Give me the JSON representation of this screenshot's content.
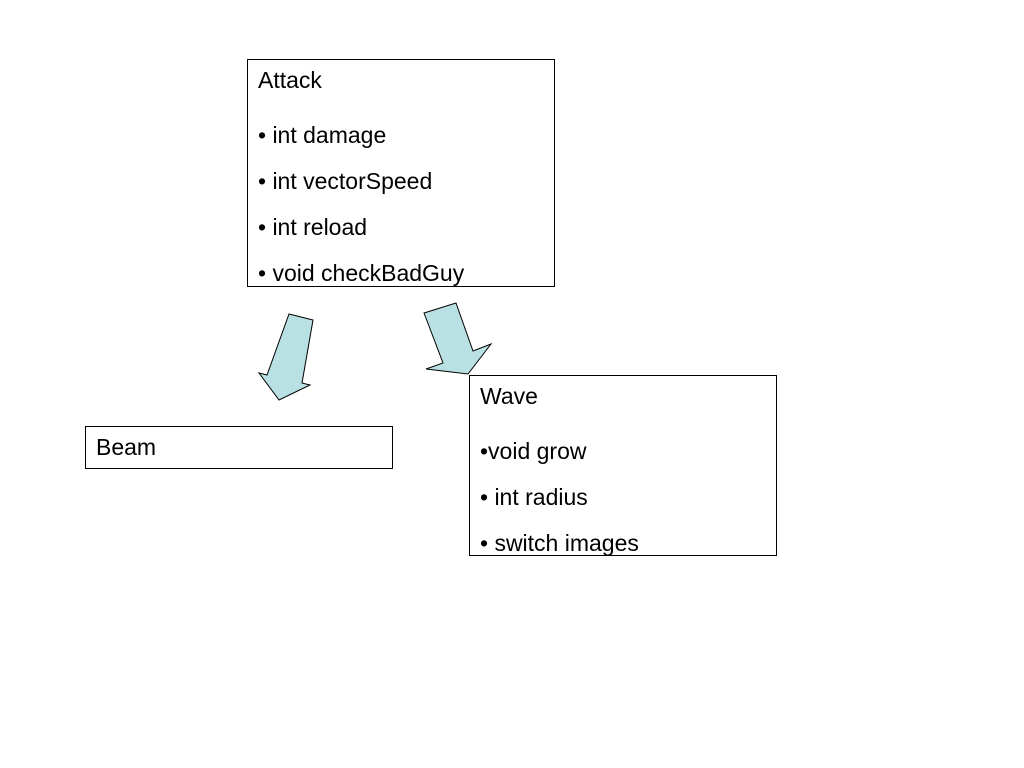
{
  "colors": {
    "arrow_fill": "#b9e0e2",
    "arrow_stroke": "#000000",
    "box_border": "#000000",
    "background": "#ffffff"
  },
  "nodes": {
    "attack": {
      "title": "Attack",
      "items": [
        "• int damage",
        "• int vectorSpeed",
        "• int reload",
        "• void checkBadGuy"
      ]
    },
    "beam": {
      "title": "Beam"
    },
    "wave": {
      "title": "Wave",
      "items": [
        "•void grow",
        "• int radius",
        "• switch images"
      ]
    }
  },
  "edges": [
    {
      "from": "attack",
      "to": "beam"
    },
    {
      "from": "attack",
      "to": "wave"
    }
  ]
}
